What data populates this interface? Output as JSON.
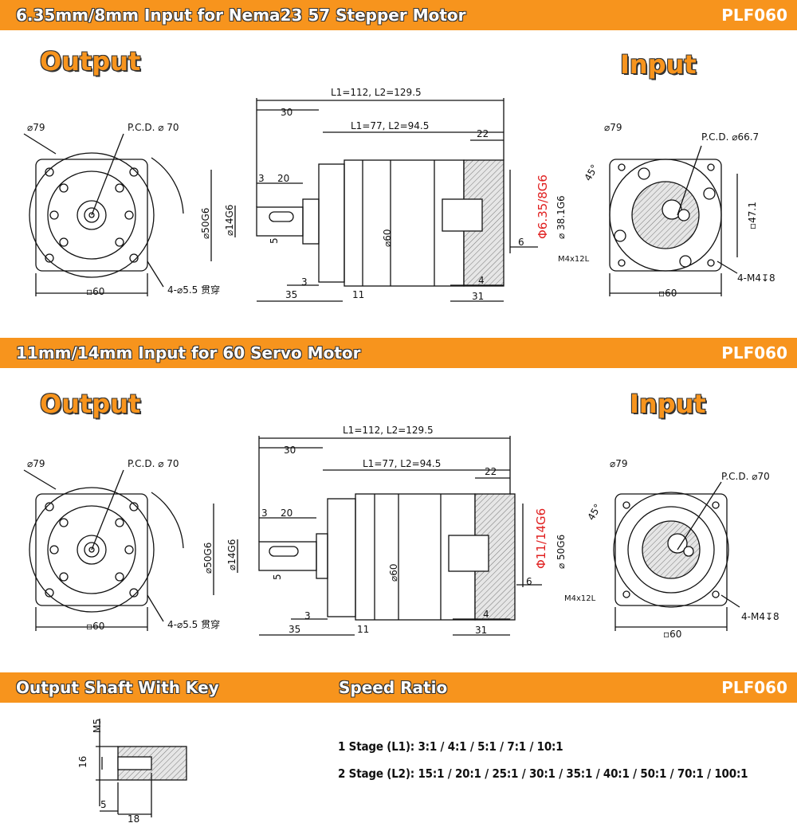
{
  "sections": [
    {
      "title": "6.35mm/8mm Input for Nema23 57 Stepper Motor",
      "model": "PLF060",
      "output_label": "Output",
      "input_label": "Input",
      "output_face": {
        "od": "⌀79",
        "pcd": "P.C.D. ⌀ 70",
        "square": "▫60",
        "holes": "4-⌀5.5 贯穿"
      },
      "side": {
        "l_total": "L1=112, L2=129.5",
        "l_body": "L1=77, L2=94.5",
        "d30": "30",
        "d22": "22",
        "d20": "20",
        "d3a": "3",
        "d50": "⌀50G6",
        "d14": "⌀14G6",
        "d5": "5",
        "d60": "⌀60",
        "d3b": "3",
        "d35": "35",
        "d11": "11",
        "input_bore": "Φ6.35/8G6",
        "pilot": "⌀ 38.1G6",
        "d6": "6",
        "thread": "M4x12L",
        "d4": "4",
        "d31": "31"
      },
      "input_face": {
        "od": "⌀79",
        "pcd": "P.C.D. ⌀66.7",
        "angle": "45°",
        "sq": "▫47.1",
        "square": "▫60",
        "holes": "4-M4↧8"
      }
    },
    {
      "title": "11mm/14mm Input for 60 Servo Motor",
      "model": "PLF060",
      "output_label": "Output",
      "input_label": "Input",
      "output_face": {
        "od": "⌀79",
        "pcd": "P.C.D. ⌀ 70",
        "square": "▫60",
        "holes": "4-⌀5.5 贯穿"
      },
      "side": {
        "l_total": "L1=112, L2=129.5",
        "l_body": "L1=77, L2=94.5",
        "d30": "30",
        "d22": "22",
        "d20": "20",
        "d3a": "3",
        "d50": "⌀50G6",
        "d14": "⌀14G6",
        "d5": "5",
        "d60": "⌀60",
        "d3b": "3",
        "d35": "35",
        "d11": "11",
        "input_bore": "Φ11/14G6",
        "pilot": "⌀ 50G6",
        "d6": "6",
        "thread": "M4x12L",
        "d4": "4",
        "d31": "31"
      },
      "input_face": {
        "od": "⌀79",
        "pcd": "P.C.D. ⌀70",
        "angle": "45°",
        "square": "▫60",
        "holes": "4-M4↧8"
      }
    }
  ],
  "bottom": {
    "shaft_title": "Output Shaft With Key",
    "ratio_title": "Speed Ratio",
    "model": "PLF060",
    "shaft": {
      "m5": "M5",
      "d16": "16",
      "d5": "5",
      "d18": "18"
    },
    "stage1": "1 Stage (L1): 3:1 / 4:1 / 5:1 / 7:1 / 10:1",
    "stage2": "2 Stage (L2): 15:1 / 20:1 / 25:1 / 30:1 / 35:1 / 40:1 / 50:1 / 70:1 / 100:1"
  },
  "colors": {
    "accent": "#f7941d",
    "dim_red": "#e02020",
    "hatch": "#c8c8c8"
  }
}
